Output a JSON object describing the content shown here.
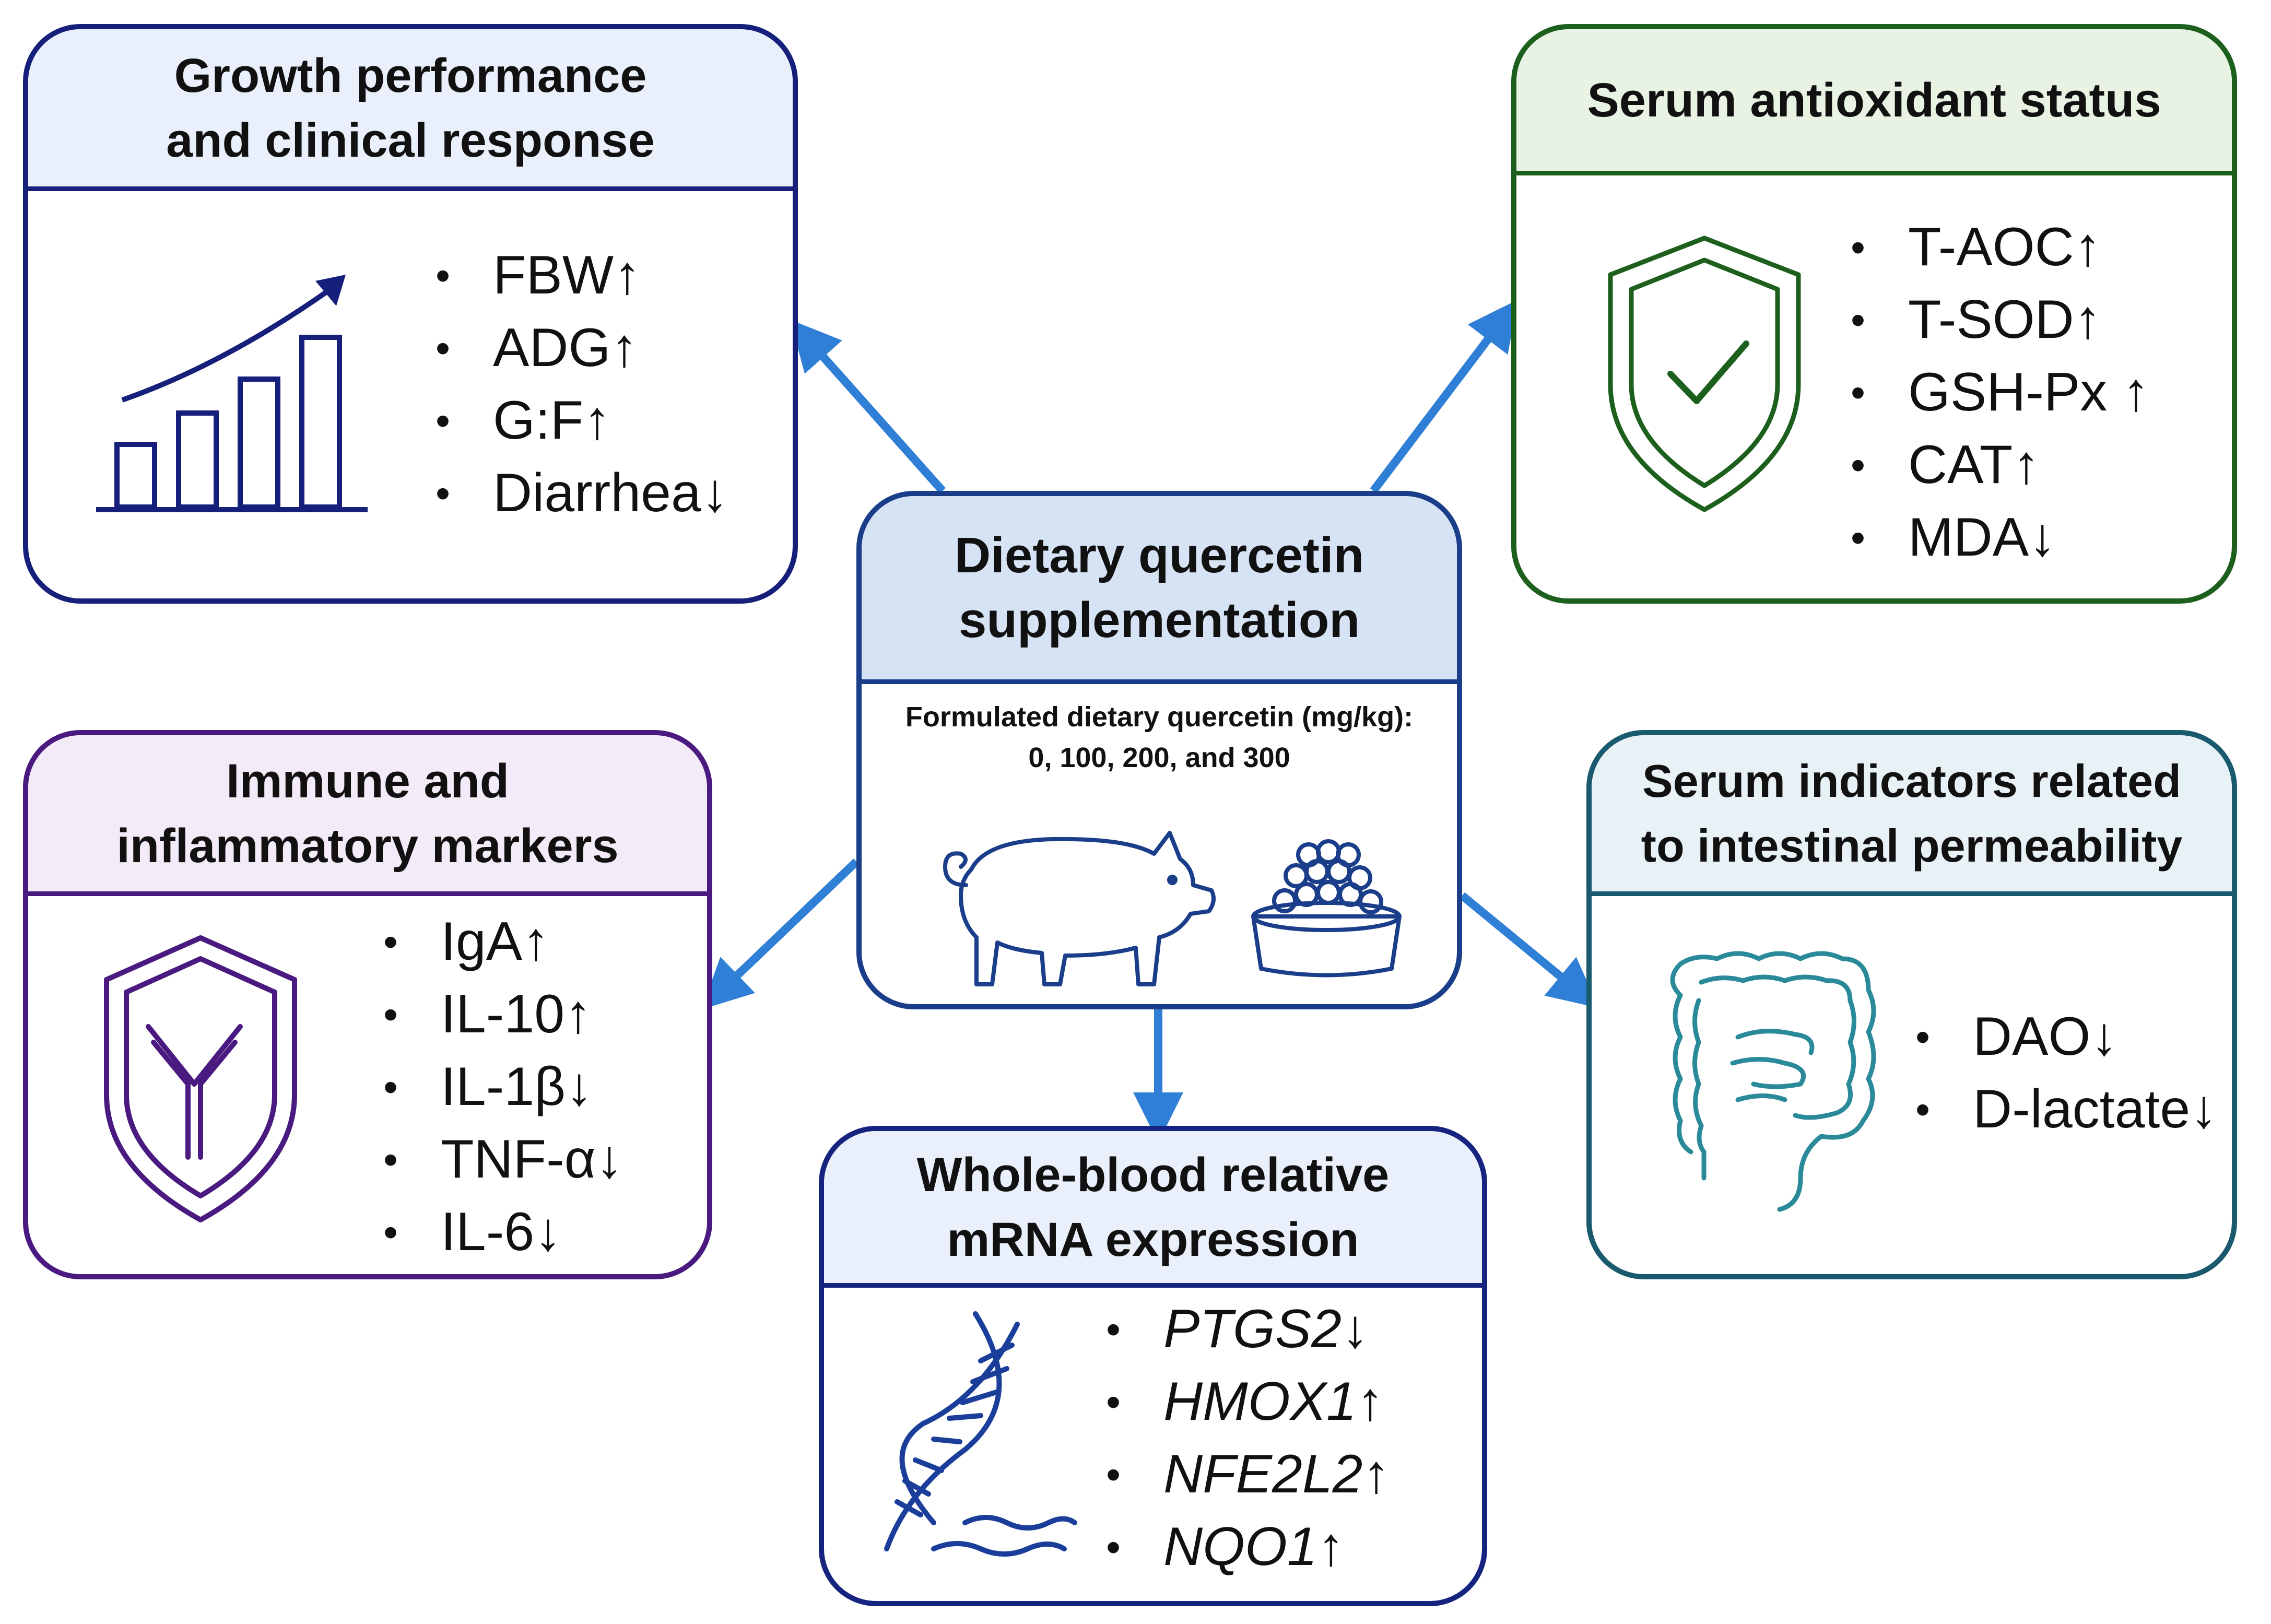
{
  "center": {
    "title": [
      "Dietary quercetin",
      "supplementation"
    ],
    "subtitle_line1": "Formulated dietary quercetin (mg/kg):",
    "subtitle_line2": "0, 100, 200, and 300",
    "icons": [
      "pig-icon",
      "feed-bowl-icon"
    ]
  },
  "boxes": {
    "growth": {
      "title": [
        "Growth performance",
        "and clinical response"
      ],
      "icon": "bar-chart-growth-icon",
      "items": [
        {
          "label": "FBW",
          "arrow": "↑"
        },
        {
          "label": "ADG",
          "arrow": "↑"
        },
        {
          "label": "G:F",
          "arrow": "↑"
        },
        {
          "label": "Diarrhea",
          "arrow": "↓"
        }
      ]
    },
    "antioxidant": {
      "title": [
        "Serum antioxidant status"
      ],
      "icon": "shield-check-icon",
      "items": [
        {
          "label": "T-AOC",
          "arrow": "↑"
        },
        {
          "label": "T-SOD",
          "arrow": "↑"
        },
        {
          "label": "GSH-Px ",
          "arrow": "↑"
        },
        {
          "label": "CAT",
          "arrow": "↑"
        },
        {
          "label": "MDA",
          "arrow": "↓"
        }
      ]
    },
    "immune": {
      "title": [
        "Immune and",
        "inflammatory markers"
      ],
      "icon": "shield-antibody-icon",
      "items": [
        {
          "label": "IgA",
          "arrow": "↑"
        },
        {
          "label": "IL-10",
          "arrow": "↑"
        },
        {
          "label": "IL-1β",
          "arrow": "↓"
        },
        {
          "label": "TNF-α",
          "arrow": "↓"
        },
        {
          "label": "IL-6",
          "arrow": "↓"
        }
      ]
    },
    "intestine": {
      "title": [
        "Serum indicators related",
        "to intestinal permeability"
      ],
      "icon": "intestine-icon",
      "items": [
        {
          "label": "DAO",
          "arrow": "↓"
        },
        {
          "label": "D-lactate",
          "arrow": "↓"
        }
      ]
    },
    "mrna": {
      "title": [
        "Whole-blood relative",
        "mRNA expression"
      ],
      "icon": "dna-icon",
      "items": [
        {
          "label": "PTGS2",
          "arrow": "↓"
        },
        {
          "label": "HMOX1",
          "arrow": "↑"
        },
        {
          "label": "NFE2L2",
          "arrow": "↑"
        },
        {
          "label": "NQO1",
          "arrow": "↑"
        }
      ]
    }
  },
  "bullet_char": "•",
  "colors": {
    "connector": "#2f7fd6",
    "growth": "#16207a",
    "antioxidant": "#1d5f1d",
    "center": "#1a3e8a",
    "immune": "#4a1a80",
    "intestine": "#1a5a6e",
    "mrna": "#162480"
  }
}
